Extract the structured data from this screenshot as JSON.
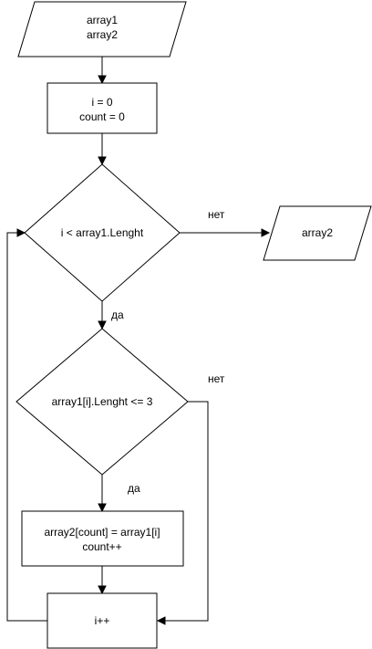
{
  "diagram": {
    "type": "flowchart",
    "nodes": {
      "input": {
        "shape": "parallelogram",
        "lines": [
          "array1",
          "array2"
        ]
      },
      "init": {
        "shape": "process",
        "lines": [
          "i = 0",
          "count = 0"
        ]
      },
      "loop_condition": {
        "shape": "decision",
        "text": "i < array1.Lenght"
      },
      "output": {
        "shape": "parallelogram",
        "text": "array2"
      },
      "length_condition": {
        "shape": "decision",
        "text": "array1[i].Lenght <= 3"
      },
      "assign": {
        "shape": "process",
        "lines": [
          "array2[count] = array1[i]",
          "count++"
        ]
      },
      "increment": {
        "shape": "process",
        "text": "i++"
      }
    },
    "edge_labels": {
      "loop_no": "нет",
      "loop_yes": "да",
      "length_no": "нет",
      "length_yes": "да"
    },
    "edges": [
      {
        "from": "input",
        "to": "init"
      },
      {
        "from": "init",
        "to": "loop_condition"
      },
      {
        "from": "loop_condition",
        "to": "output",
        "label": "нет"
      },
      {
        "from": "loop_condition",
        "to": "length_condition",
        "label": "да"
      },
      {
        "from": "length_condition",
        "to": "assign",
        "label": "да"
      },
      {
        "from": "length_condition",
        "to": "increment",
        "label": "нет"
      },
      {
        "from": "assign",
        "to": "increment"
      },
      {
        "from": "increment",
        "to": "loop_condition"
      }
    ]
  }
}
